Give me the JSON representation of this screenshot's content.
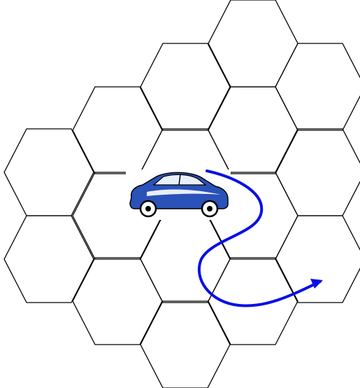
{
  "diagram": {
    "colors": {
      "background": "#ffffff",
      "cell_stroke": "#000000",
      "path_stroke": "#0a10e6",
      "car_body": "#2a52b8",
      "car_highlight": "#e8eefc",
      "car_outline": "#000000"
    },
    "cells": [
      {
        "id": "top"
      },
      {
        "id": "upper-left"
      },
      {
        "id": "upper-right"
      },
      {
        "id": "upper-middle"
      },
      {
        "id": "left-upper"
      },
      {
        "id": "center-top"
      },
      {
        "id": "right-upper"
      },
      {
        "id": "center-left"
      },
      {
        "id": "center"
      },
      {
        "id": "center-right"
      },
      {
        "id": "left-lower"
      },
      {
        "id": "lower-middle-left"
      },
      {
        "id": "lower-middle-right"
      },
      {
        "id": "right-lower"
      },
      {
        "id": "lower-left"
      },
      {
        "id": "lower-right"
      },
      {
        "id": "bottom"
      }
    ],
    "icons": {
      "car": "car-icon",
      "path": "movement-path-arrow"
    }
  }
}
